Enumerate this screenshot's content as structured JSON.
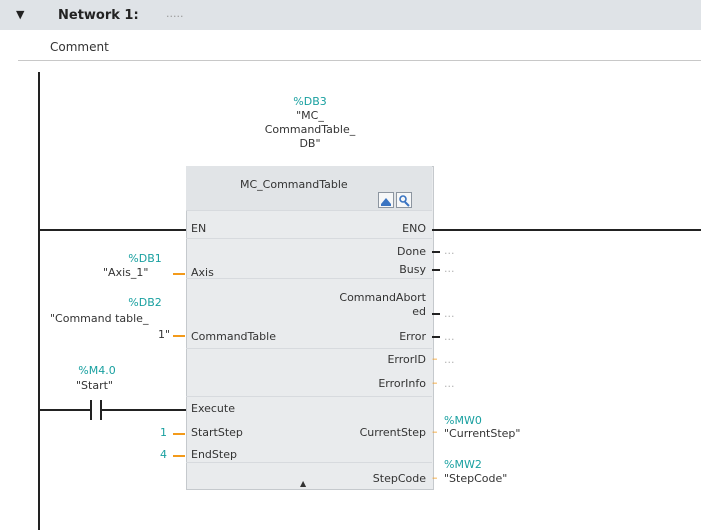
{
  "network": {
    "title": "Network 1:",
    "title_dots": ".....",
    "comment": "Comment"
  },
  "instance_db": {
    "address": "%DB3",
    "name_line1": "\"MC_",
    "name_line2": "CommandTable_",
    "name_line3": "DB\""
  },
  "block": {
    "name": "MC_CommandTable",
    "inputs": {
      "en": "EN",
      "axis": "Axis",
      "command_table": "CommandTable",
      "execute": "Execute",
      "start_step": "StartStep",
      "end_step": "EndStep"
    },
    "outputs": {
      "eno": "ENO",
      "done": "Done",
      "busy": "Busy",
      "command_aborted_1": "CommandAbort",
      "command_aborted_2": "ed",
      "error": "Error",
      "error_id": "ErrorID",
      "error_info": "ErrorInfo",
      "current_step": "CurrentStep",
      "step_code": "StepCode"
    }
  },
  "operands": {
    "axis_address": "%DB1",
    "axis_name": "\"Axis_1\"",
    "cmdtable_address": "%DB2",
    "cmdtable_name_1": "\"Command table_",
    "cmdtable_name_2": "1\"",
    "start_address": "%M4.0",
    "start_name": "\"Start\"",
    "start_step_value": "1",
    "end_step_value": "4",
    "current_step_address": "%MW0",
    "current_step_name": "\"CurrentStep\"",
    "step_code_address": "%MW2",
    "step_code_name": "\"StepCode\"",
    "unconnected": "..."
  }
}
